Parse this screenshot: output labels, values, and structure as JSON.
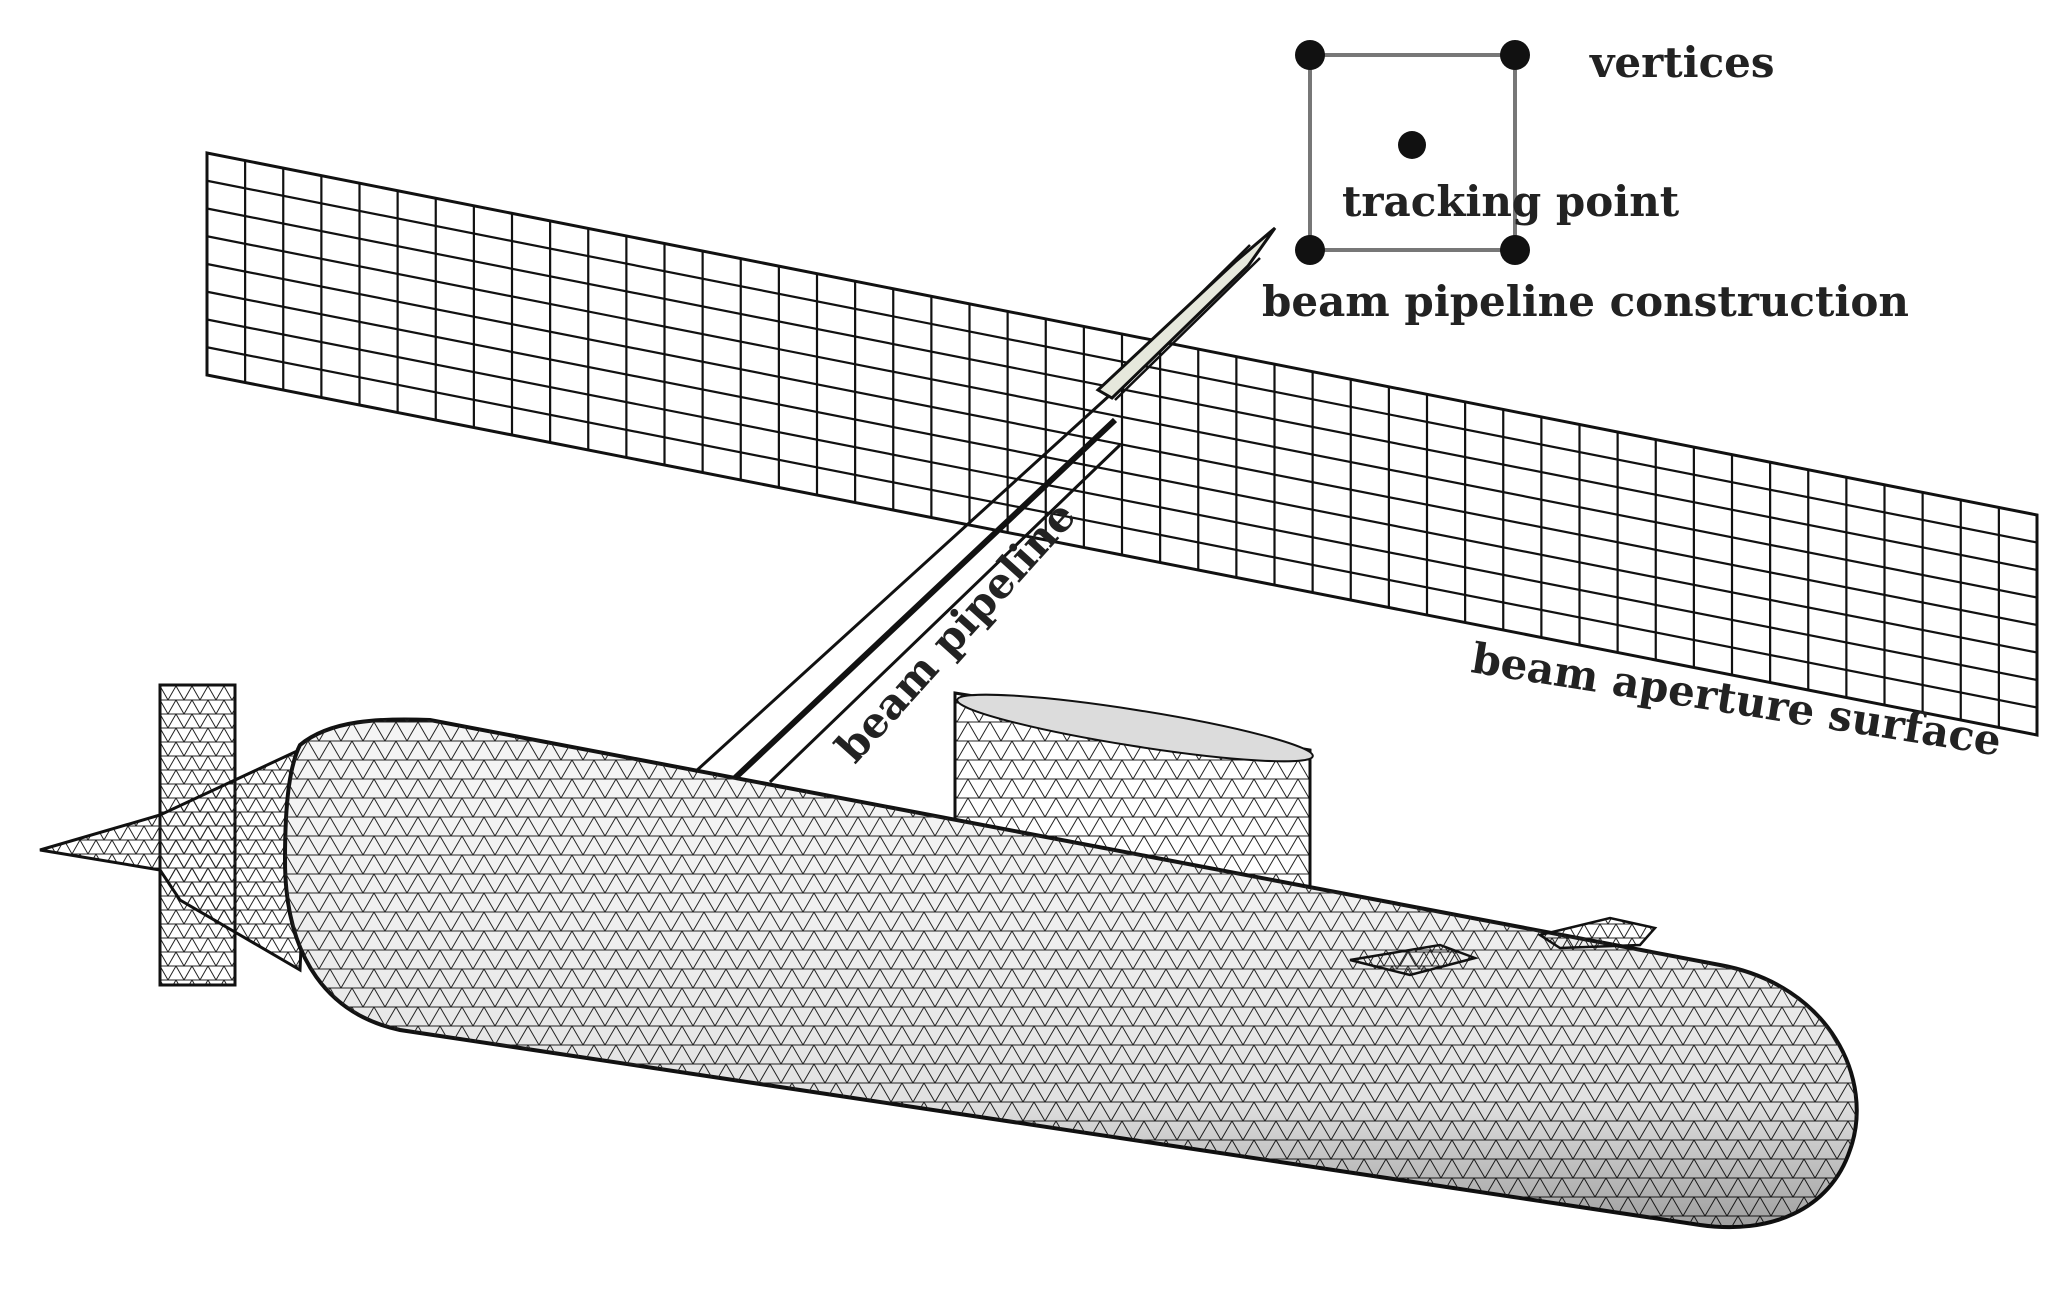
{
  "labels": {
    "vertices": "vertices",
    "tracking_point": "tracking point",
    "construction": "beam pipeline construction",
    "pipeline": "beam pipeline",
    "aperture": "beam aperture surface"
  },
  "colors": {
    "ink": "#111111",
    "text": "#222222",
    "arrow_fill": "#e6e8dc",
    "hull_fill": "#f4f4f4",
    "background": "#ffffff"
  }
}
